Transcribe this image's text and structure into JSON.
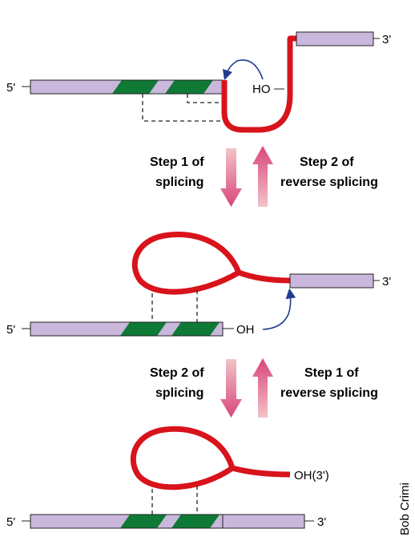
{
  "labels": {
    "five_prime": "5'",
    "three_prime": "3'",
    "ho": "HO",
    "oh": "OH",
    "oh_3prime": "OH(3')"
  },
  "steps": {
    "top_left_line1": "Step 1 of",
    "top_left_line2": "splicing",
    "top_right_line1": "Step 2 of",
    "top_right_line2": "reverse splicing",
    "bottom_left_line1": "Step 2 of",
    "bottom_left_line2": "splicing",
    "bottom_right_line1": "Step 1 of",
    "bottom_right_line2": "reverse splicing"
  },
  "credit": "Bob Crimi",
  "colors": {
    "exon_fill": "#c9b8dc",
    "green_segment": "#0f7a35",
    "intron_red": "#d8131b",
    "arrow_blue": "#1f3c8f",
    "arrow_pink": "#d7477d",
    "arrow_pink_light": "#e9b1b9"
  }
}
